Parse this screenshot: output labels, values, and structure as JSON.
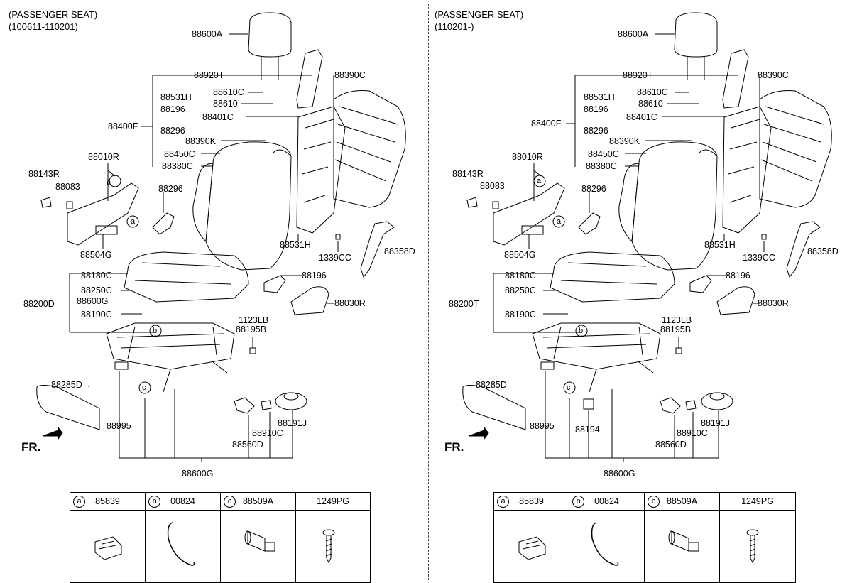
{
  "left": {
    "header": [
      "(PASSENGER SEAT)",
      "(100611-110201)"
    ],
    "labels": {
      "l88600A": "88600A",
      "l88920T": "88920T",
      "l88390C": "88390C",
      "l88531H_top": "88531H",
      "l88610C": "88610C",
      "l88610": "88610",
      "l88196_top": "88196",
      "l88401C": "88401C",
      "l88400F": "88400F",
      "l88296_top": "88296",
      "l88390K": "88390K",
      "l88450C": "88450C",
      "l88380C": "88380C",
      "l88010R": "88010R",
      "l88143R": "88143R",
      "l88083": "88083",
      "l88296_mid": "88296",
      "l88504G": "88504G",
      "l88531H_bot": "88531H",
      "l1339CC": "1339CC",
      "l88358D": "88358D",
      "l88180C": "88180C",
      "l88196_bot": "88196",
      "l88250C": "88250C",
      "l88200D": "88200D",
      "l88600G_a": "88600G",
      "l88190C": "88190C",
      "l88030R": "88030R",
      "l1123LB": "1123LB",
      "l88195B": "88195B",
      "l88285D": "88285D",
      "l88995": "88995",
      "l88910C": "88910C",
      "l88191J": "88191J",
      "l88560D": "88560D",
      "l88600G": "88600G",
      "fr": "FR."
    },
    "legend": [
      {
        "mark": "a",
        "part": "85839"
      },
      {
        "mark": "b",
        "part": "00824"
      },
      {
        "mark": "c",
        "part": "88509A"
      },
      {
        "mark": "",
        "part": "1249PG"
      }
    ]
  },
  "right": {
    "header": [
      "(PASSENGER SEAT)",
      "(110201-)"
    ],
    "labels": {
      "l88600A": "88600A",
      "l88920T": "88920T",
      "l88390C": "88390C",
      "l88531H_top": "88531H",
      "l88610C": "88610C",
      "l88610": "88610",
      "l88196_top": "88196",
      "l88401C": "88401C",
      "l88400F": "88400F",
      "l88296_top": "88296",
      "l88390K": "88390K",
      "l88450C": "88450C",
      "l88380C": "88380C",
      "l88010R": "88010R",
      "l88143R": "88143R",
      "l88083": "88083",
      "l88296_mid": "88296",
      "l88504G": "88504G",
      "l88531H_bot": "88531H",
      "l1339CC": "1339CC",
      "l88358D": "88358D",
      "l88180C": "88180C",
      "l88196_bot": "88196",
      "l88250C": "88250C",
      "l88200T": "88200T",
      "l88190C": "88190C",
      "l88030R": "88030R",
      "l1123LB": "1123LB",
      "l88195B": "88195B",
      "l88285D": "88285D",
      "l88995": "88995",
      "l88194": "88194",
      "l88910C": "88910C",
      "l88191J": "88191J",
      "l88560D": "88560D",
      "l88600G": "88600G",
      "fr": "FR."
    },
    "legend": [
      {
        "mark": "a",
        "part": "85839"
      },
      {
        "mark": "b",
        "part": "00824"
      },
      {
        "mark": "c",
        "part": "88509A"
      },
      {
        "mark": "",
        "part": "1249PG"
      }
    ]
  }
}
